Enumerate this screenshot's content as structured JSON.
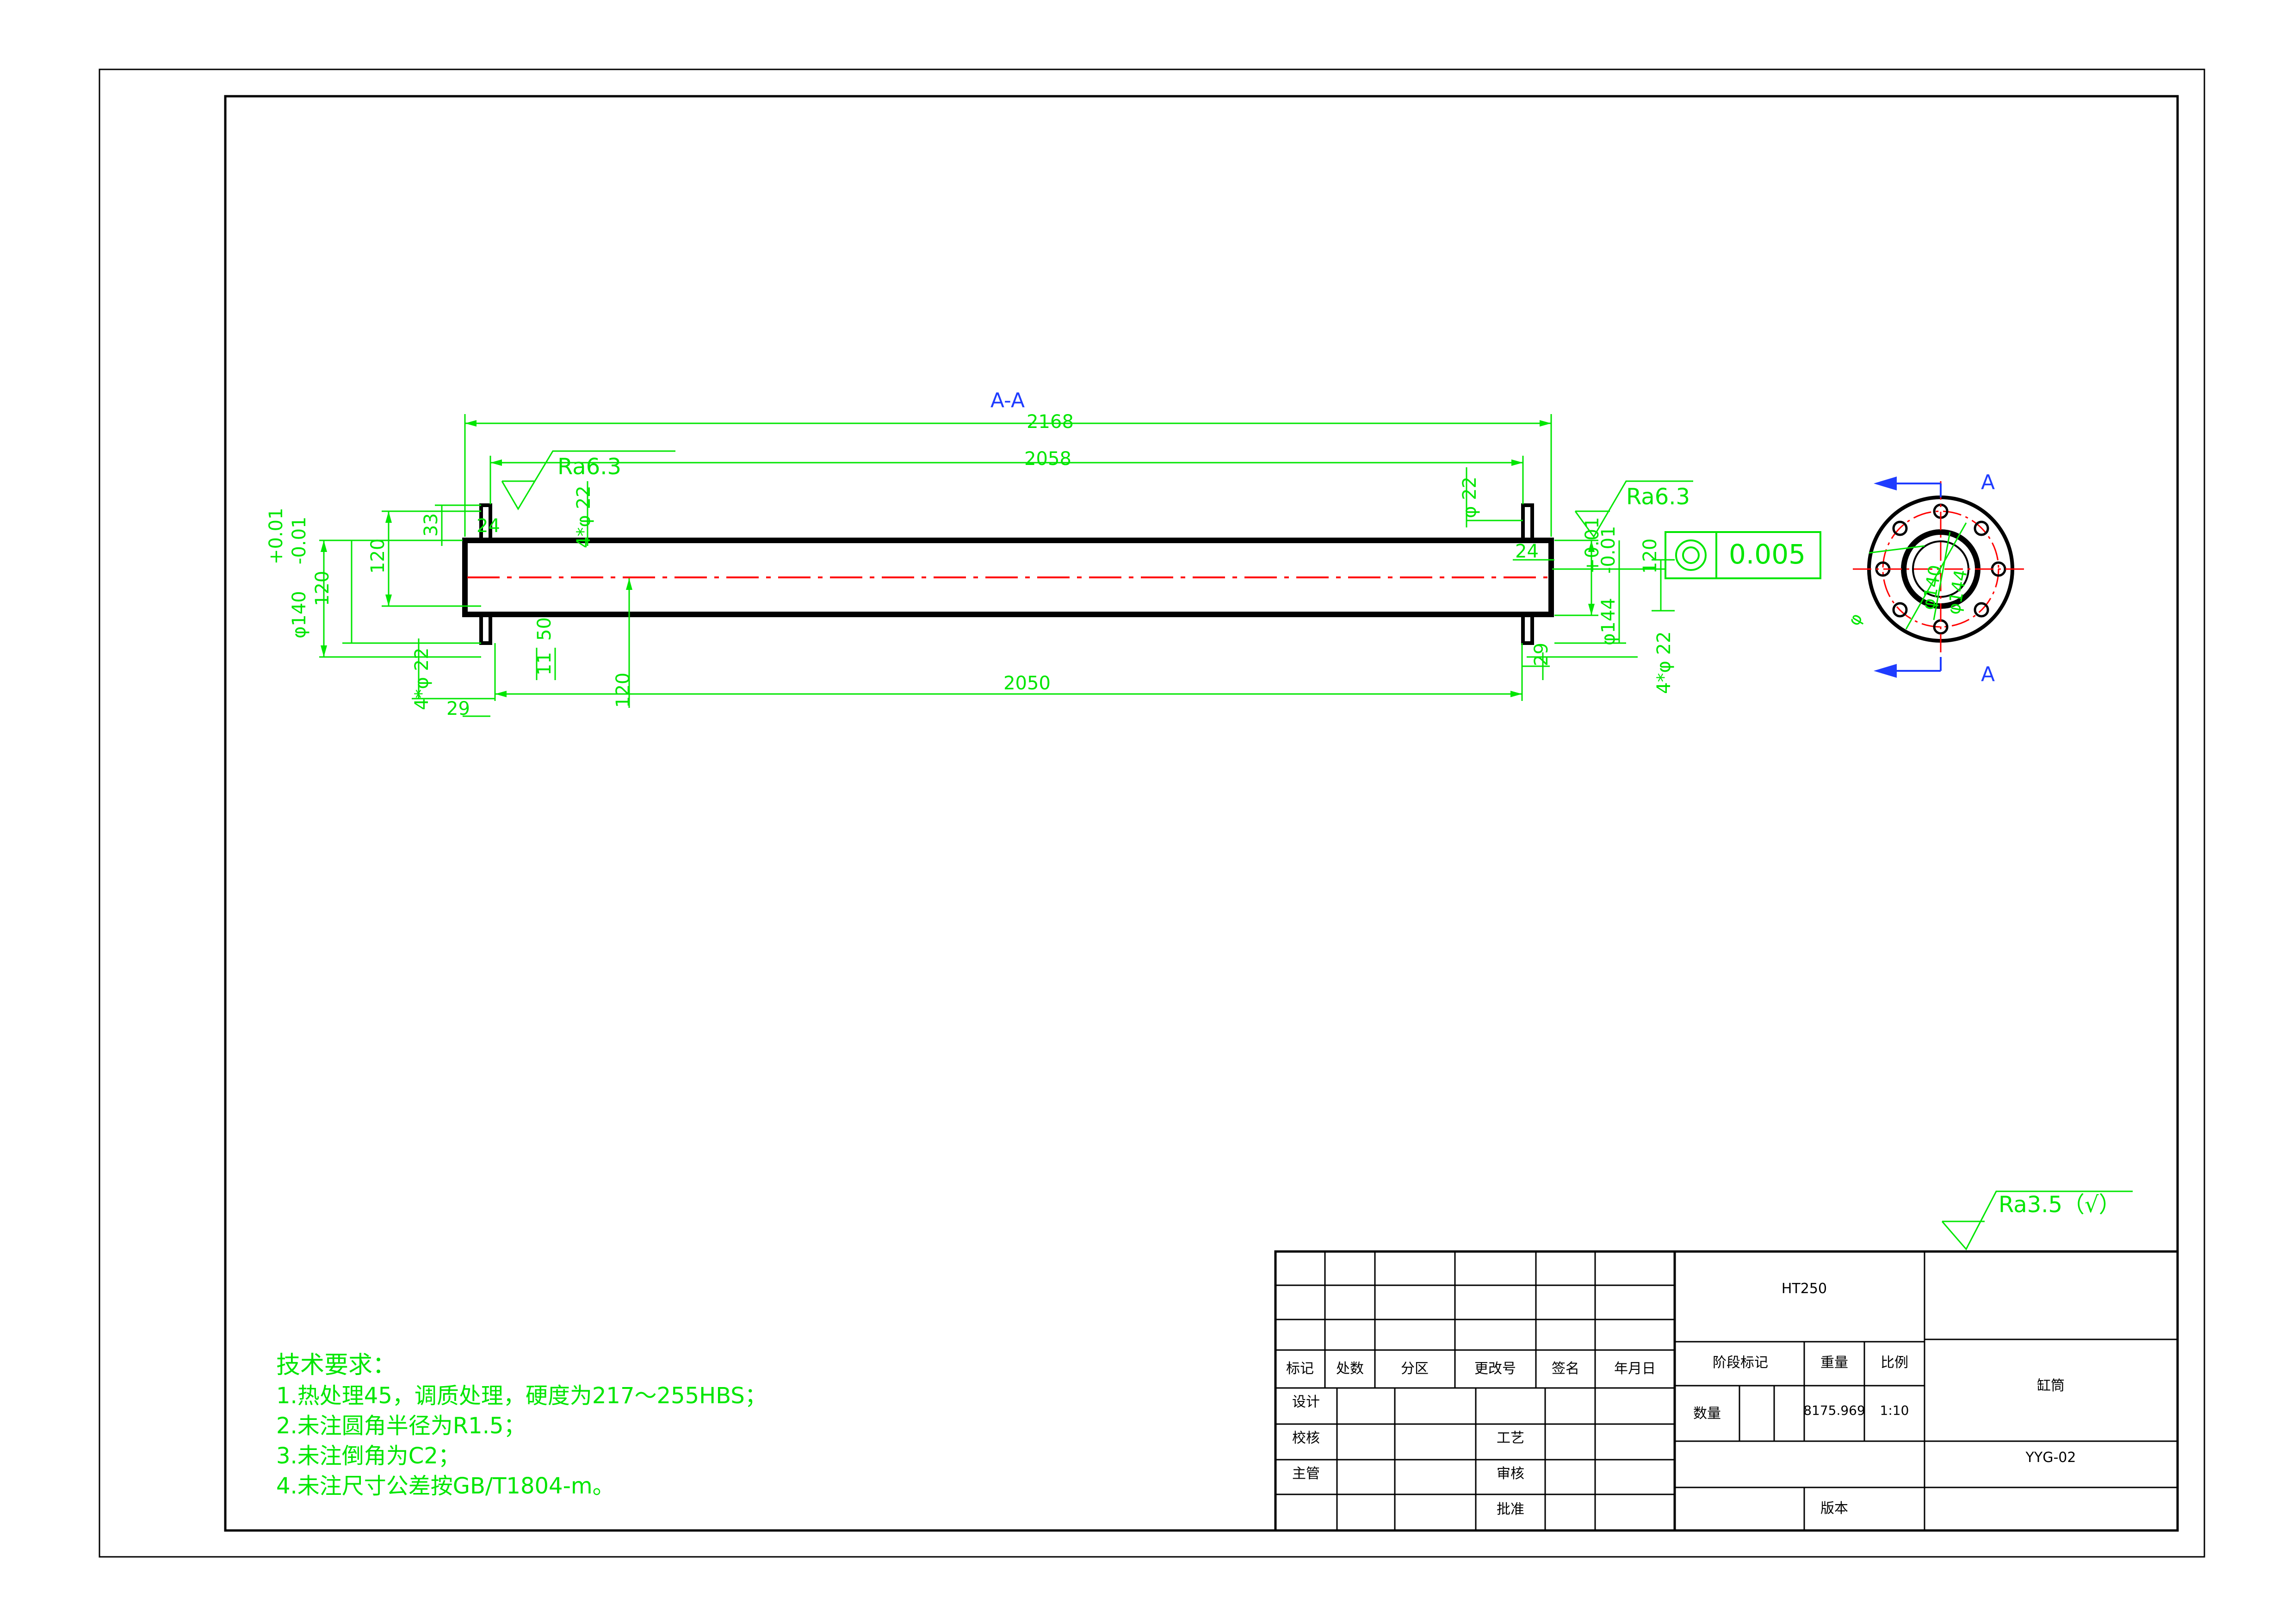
{
  "section_label": "A-A",
  "section_marker": "A",
  "dimensions": {
    "overall_length": "2168",
    "flange_span": "2058",
    "bolt_span": "2050",
    "tol_plus": "+0.01",
    "tol_minus": "-0.01",
    "outer_dia": "φ140",
    "h120_a": "120",
    "h120_b": "120",
    "h120_c": "120",
    "h120_d": "120",
    "h33": "33",
    "h24_left": "24",
    "h24_right": "24",
    "hole_dia_22": "φ 22",
    "holes_left_top": "4*φ 22",
    "holes_left_bot": "4*φ 22",
    "holes_right_bot": "4*φ 22",
    "d11": "11",
    "d50": "50",
    "d29": "29",
    "d29_right": "29",
    "d144": "φ144",
    "tol_right_plus": "+0.01",
    "tol_right_minus": "-0.01",
    "end_dia_140": "φ140",
    "end_dia_144": "φ144",
    "end_dia_6": "φ"
  },
  "roughness": {
    "left": "Ra6.3",
    "right": "Ra6.3",
    "general": "Ra3.5（√）"
  },
  "tolerance_frame": {
    "symbol": "concentricity",
    "value": "0.005"
  },
  "tech_requirements": {
    "title": "技术要求：",
    "items": [
      "1.热处理45，调质处理，硬度为217～255HBS；",
      "2.未注圆角半径为R1.5；",
      "3.未注倒角为C2；",
      "4.未注尺寸公差按GB/T1804-m。"
    ]
  },
  "title_block": {
    "material": "HT250",
    "header": [
      "标记",
      "处数",
      "分区",
      "更改号",
      "签名",
      "年月日"
    ],
    "design": "设计",
    "check": "校核",
    "supervisor": "主管",
    "process": "工艺",
    "review": "审核",
    "approve": "批准",
    "stage_mark": "阶段标记",
    "weight_label": "重量",
    "scale_label": "比例",
    "quantity_label": "数量",
    "weight_value": "8175.969",
    "scale_value": "1:10",
    "part_name": "缸筒",
    "drawing_no": "YYG-02",
    "version_label": "版本"
  },
  "colors": {
    "outline": "#000000",
    "dimension": "#00e600",
    "centerline": "#ff0000",
    "section_marker": "#1f3cff"
  }
}
